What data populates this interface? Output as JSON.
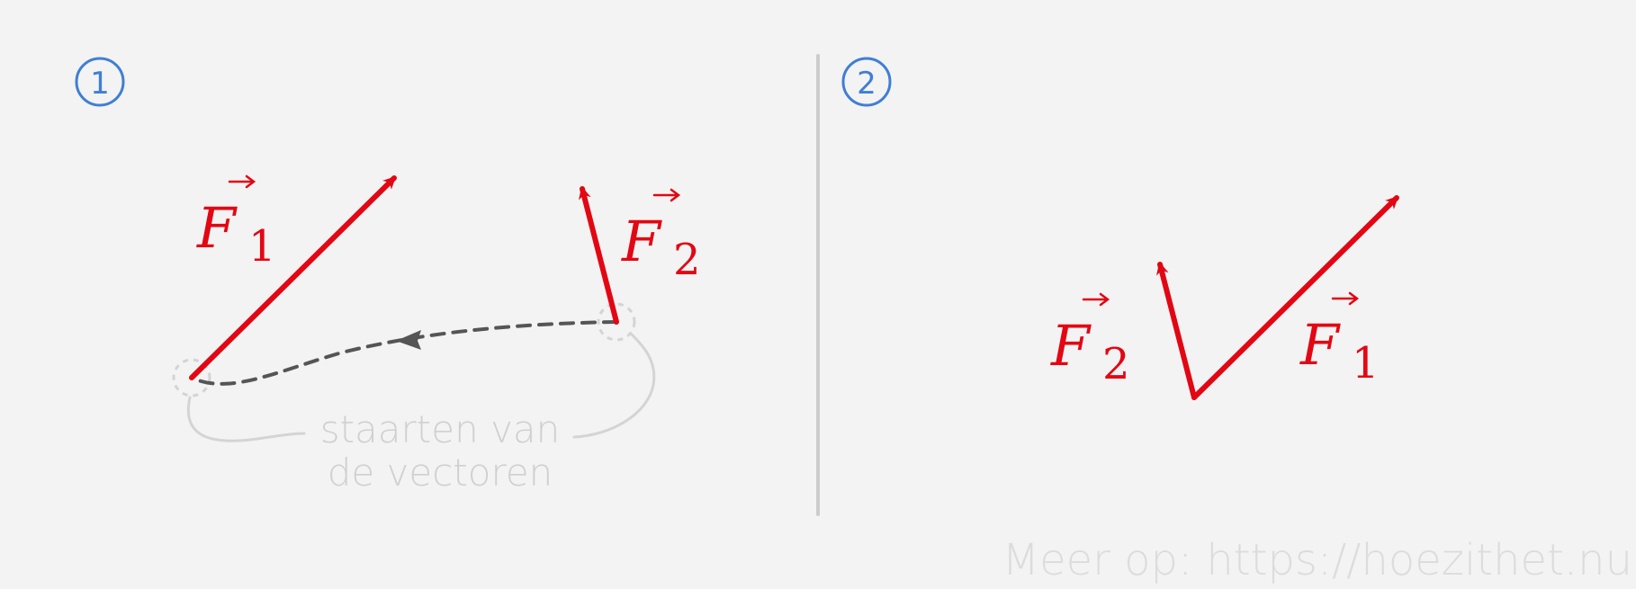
{
  "panels": [
    {
      "step": "1",
      "label": "①"
    },
    {
      "step": "2",
      "label": "②"
    }
  ],
  "vectors": {
    "f1": {
      "symbol": "F",
      "subscript": "1"
    },
    "f2": {
      "symbol": "F",
      "subscript": "2"
    }
  },
  "annotation": {
    "line1": "staarten van",
    "line2": "de vectoren"
  },
  "footer": "Meer op: https://hoezithet.nu",
  "colors": {
    "vector": "#e30613",
    "step": "#3f7fd4",
    "path": "#555555",
    "annotation": "#d0d0d0",
    "divider": "#cccccc",
    "background": "#f3f3f3"
  }
}
